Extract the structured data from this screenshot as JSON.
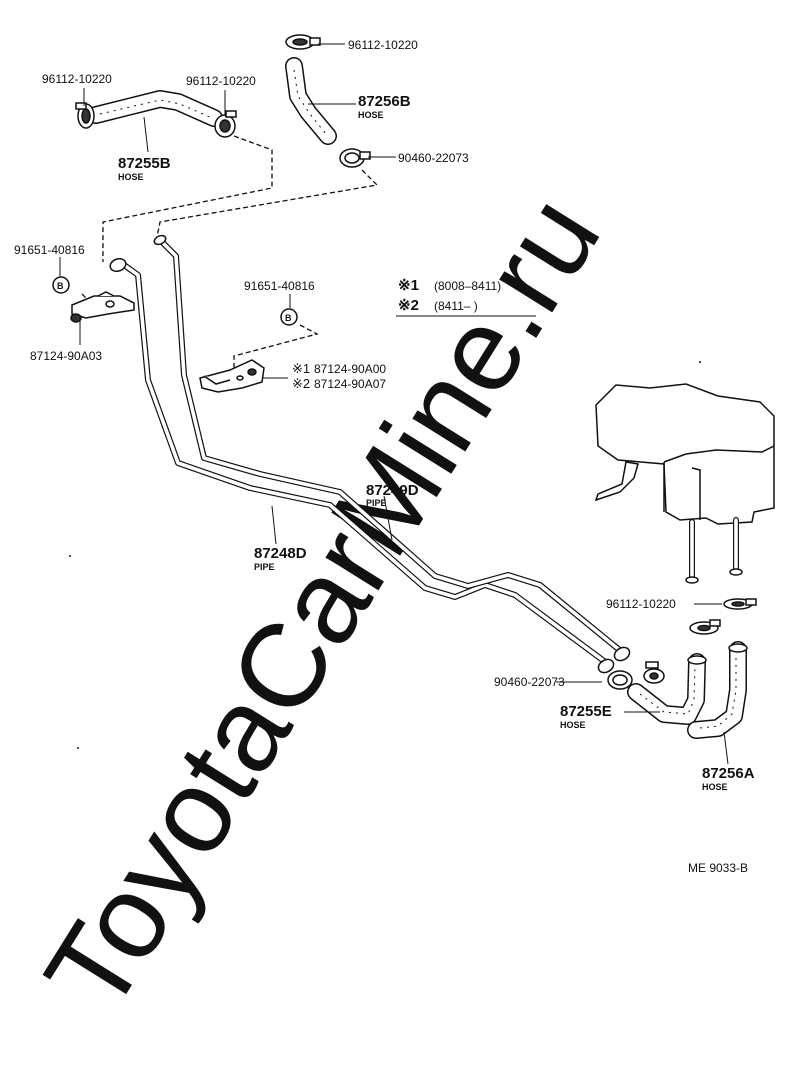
{
  "watermark": "ToyotaCarMine.ru",
  "diagram_code": "ME  9033-B",
  "labels": {
    "clip_top_center": "96112-10220",
    "clip_top_left_a": "96112-10220",
    "clip_top_left_b": "96112-10220",
    "hose_upper_right_num": "87256B",
    "hose_upper_right_word": "HOSE",
    "hose_upper_left_num": "87255B",
    "hose_upper_left_word": "HOSE",
    "clamp_upper": "90460-22073",
    "bolt_left": "91651-40816",
    "bolt_middle": "91651-40816",
    "bracket_left": "87124-90A03",
    "bracket_mid_1": "87124-90A00",
    "bracket_mid_2": "87124-90A07",
    "bracket_mid_mark_1": "※1",
    "bracket_mid_mark_2": "※2",
    "legend_mark_1": "※1",
    "legend_range_1": "(8008–8411)",
    "legend_mark_2": "※2",
    "legend_range_2": "(8411–       )",
    "pipe_upper_num": "87249D",
    "pipe_upper_word": "PIPE",
    "pipe_lower_num": "87248D",
    "pipe_lower_word": "PIPE",
    "clip_lower_right": "96112-10220",
    "clamp_lower": "90460-22073",
    "hose_lower_left_num": "87255E",
    "hose_lower_left_word": "HOSE",
    "hose_lower_right_num": "87256A",
    "hose_lower_right_word": "HOSE",
    "ref_b1": "B",
    "ref_b2": "B"
  }
}
